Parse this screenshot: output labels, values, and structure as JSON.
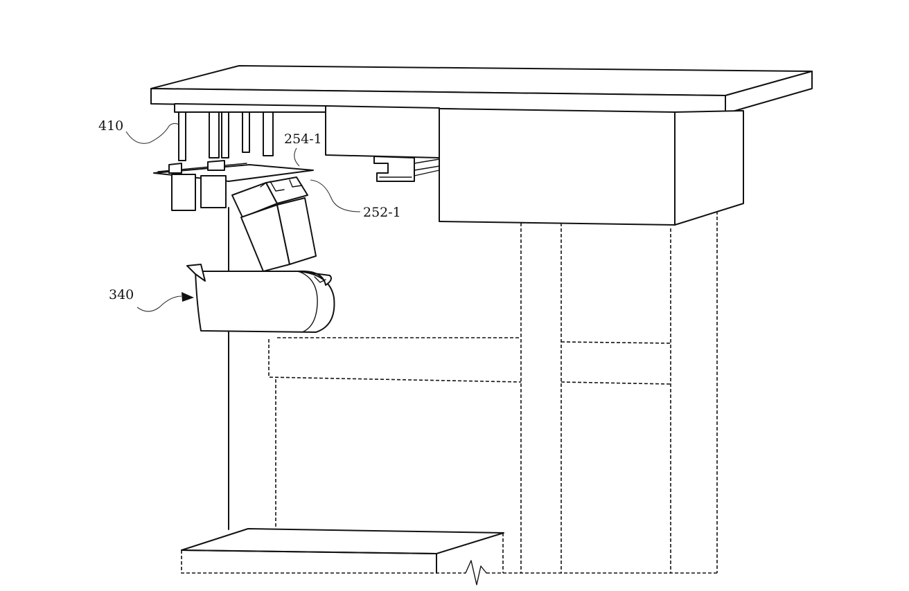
{
  "labels": {
    "ref_410": "410",
    "ref_254_1": "254-1",
    "ref_252_1": "252-1",
    "ref_340": "340"
  },
  "colors": {
    "line": "#111111",
    "background": "#ffffff"
  }
}
